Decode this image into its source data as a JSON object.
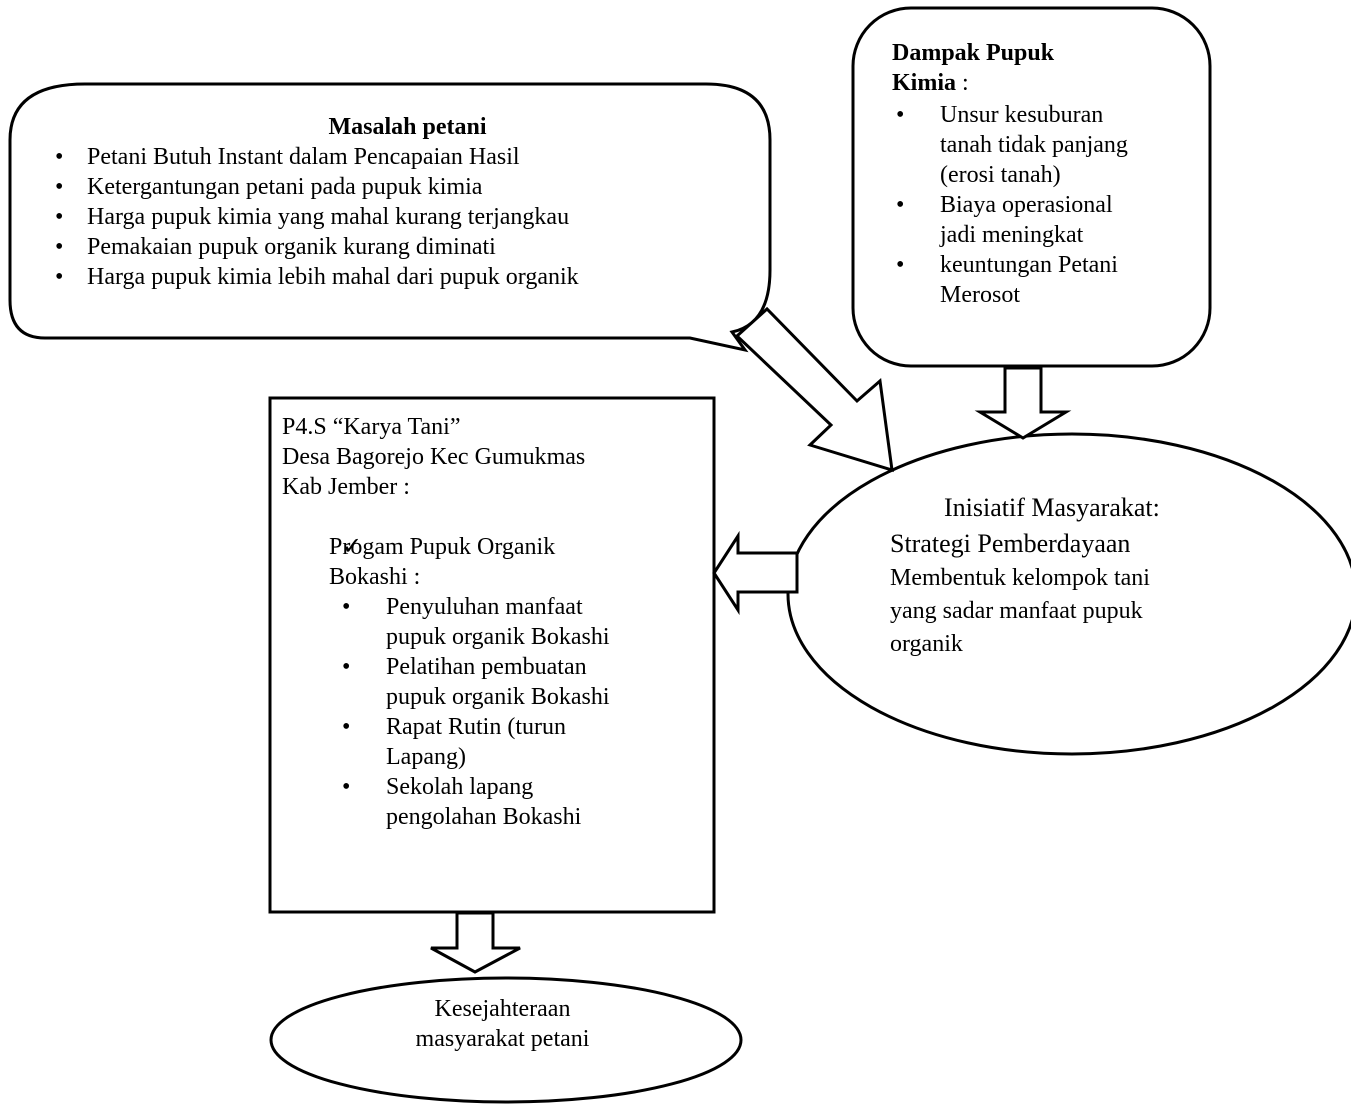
{
  "masalah": {
    "title": "Masalah petani",
    "items": [
      "Petani Butuh Instant dalam Pencapaian Hasil",
      "Ketergantungan petani pada pupuk kimia",
      "Harga pupuk kimia yang mahal kurang terjangkau",
      "Pemakaian pupuk organik kurang diminati",
      "Harga pupuk kimia lebih mahal dari pupuk organik"
    ]
  },
  "dampak": {
    "title_line1": "Dampak  Pupuk",
    "title_line2": "Kimia",
    "title_suffix": " :",
    "items": [
      [
        "Unsur kesuburan",
        "tanah tidak panjang",
        "(erosi tanah)"
      ],
      [
        "Biaya operasional",
        "jadi meningkat"
      ],
      [
        "keuntungan Petani",
        "Merosot"
      ]
    ]
  },
  "p4s": {
    "header": [
      "P4.S “Karya Tani”",
      "Desa Bagorejo Kec Gumukmas",
      "Kab Jember :"
    ],
    "program": [
      "Progam Pupuk Organik",
      "Bokashi :"
    ],
    "items": [
      [
        "Penyuluhan manfaat",
        "pupuk organik Bokashi"
      ],
      [
        "Pelatihan pembuatan",
        "pupuk organik Bokashi"
      ],
      [
        "Rapat Rutin (turun",
        "Lapang)"
      ],
      [
        "Sekolah lapang",
        "pengolahan Bokashi"
      ]
    ]
  },
  "inisiatif": {
    "line1": "Inisiatif Masyarakat:",
    "line2": "Strategi Pemberdayaan",
    "line3": "Membentuk kelompok tani",
    "line4": "yang sadar manfaat pupuk",
    "line5": "organik"
  },
  "kesejahteraan": {
    "line1": "Kesejahteraan",
    "line2": "masyarakat petani"
  }
}
